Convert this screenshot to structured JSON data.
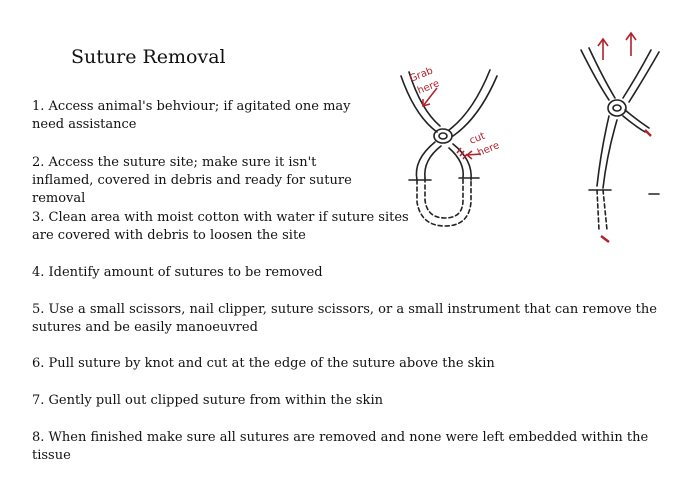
{
  "title": "Suture Removal",
  "steps": [
    "1. Access animal's behviour; if agitated one may need assistance",
    "2. Access the suture site; make sure it isn't inflamed, covered in debris and ready for suture removal",
    "3. Clean area with moist cotton with water if suture sites are covered with debris to loosen the site",
    "4. Identify amount of sutures to be removed",
    "5. Use a small scissors, nail clipper, suture scissors, or a small instrument that can remove the sutures and be easily manoeuvred",
    "6. Pull suture by knot and cut at the edge of the suture above the skin",
    "7. Gently pull out clipped suture from within the skin",
    "8. When finished make sure all sutures are removed and none were left embedded within the tissue"
  ],
  "diagram": {
    "label_grab_line1": "Grab",
    "label_grab_line2": "here",
    "label_cut_line1": "cut",
    "label_cut_line2": "here",
    "ink_color": "#222222",
    "accent_color": "#b3202a"
  }
}
